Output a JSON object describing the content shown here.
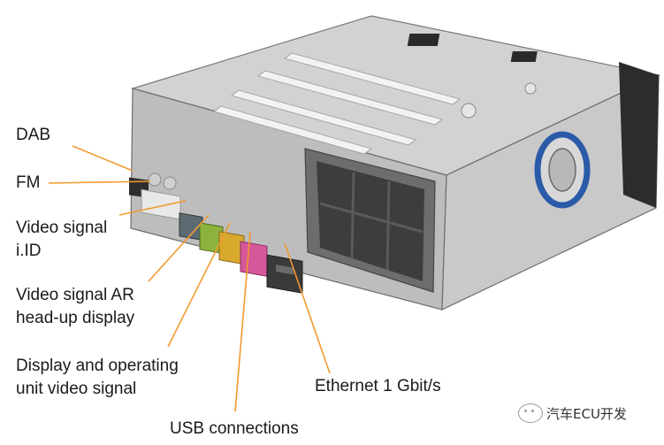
{
  "labels": {
    "dab": "DAB",
    "fm": "FM",
    "video_signal_id": [
      "Video signal",
      "i.ID"
    ],
    "video_signal_ar": [
      "Video signal AR",
      "head-up display"
    ],
    "display_operating": [
      "Display and operating",
      "unit video signal"
    ],
    "usb": "USB connections",
    "ethernet": "Ethernet 1 Gbit/s"
  },
  "watermark": "汽车ECU开发",
  "colors": {
    "leader_line": "#f29a2e",
    "housing": "#c8c8c8",
    "housing_dark": "#8c8c8c",
    "connector_dark": "#3a3a3a",
    "connector_white": "#e8e8e8",
    "connector_grey": "#5c6a72",
    "connector_green": "#8cb43c",
    "connector_yellow": "#d9a92e",
    "connector_pink": "#d6579a",
    "fan_blue": "#2a5aa8"
  }
}
